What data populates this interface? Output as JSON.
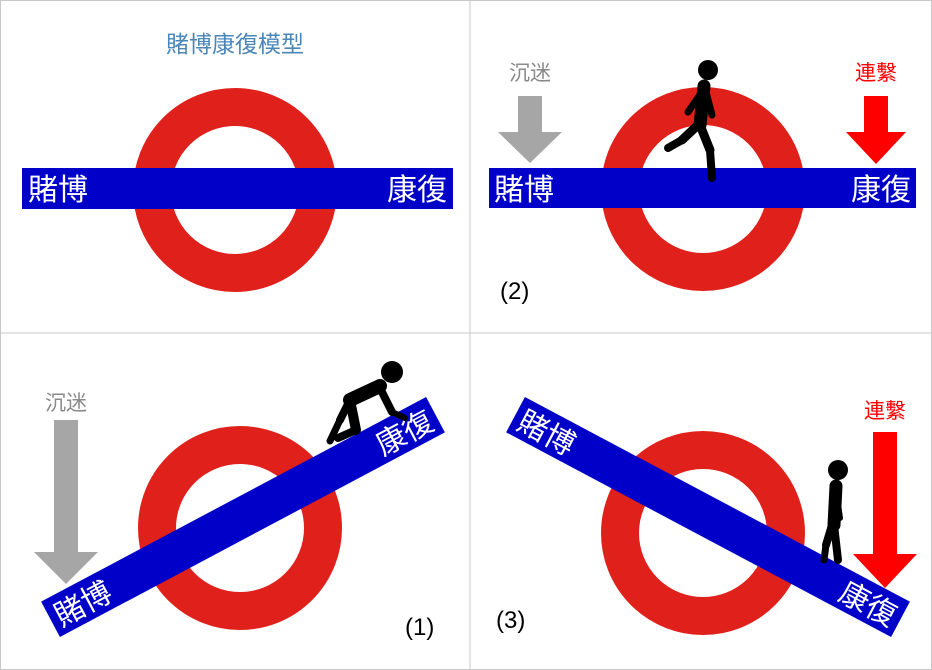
{
  "diagram": {
    "title": "賭博康復模型",
    "colors": {
      "ring": "#e0201b",
      "bar": "#0000c8",
      "bar_text": "#ffffff",
      "title": "#4a86b8",
      "addiction_arrow": "#a6a6a6",
      "connection_arrow": "#ff0000",
      "figure": "#000000",
      "grid": "#c8c8c8"
    },
    "bar_labels": {
      "gambling": "賭博",
      "recovery": "康復"
    },
    "force_labels": {
      "addiction": "沉迷",
      "connection": "連繫"
    },
    "panels": [
      {
        "id": "model",
        "caption": ""
      },
      {
        "id": "balanced",
        "caption": "(2)"
      },
      {
        "id": "tilted-to-gambling",
        "caption": "(1)"
      },
      {
        "id": "tilted-to-recovery",
        "caption": "(3)"
      }
    ]
  }
}
